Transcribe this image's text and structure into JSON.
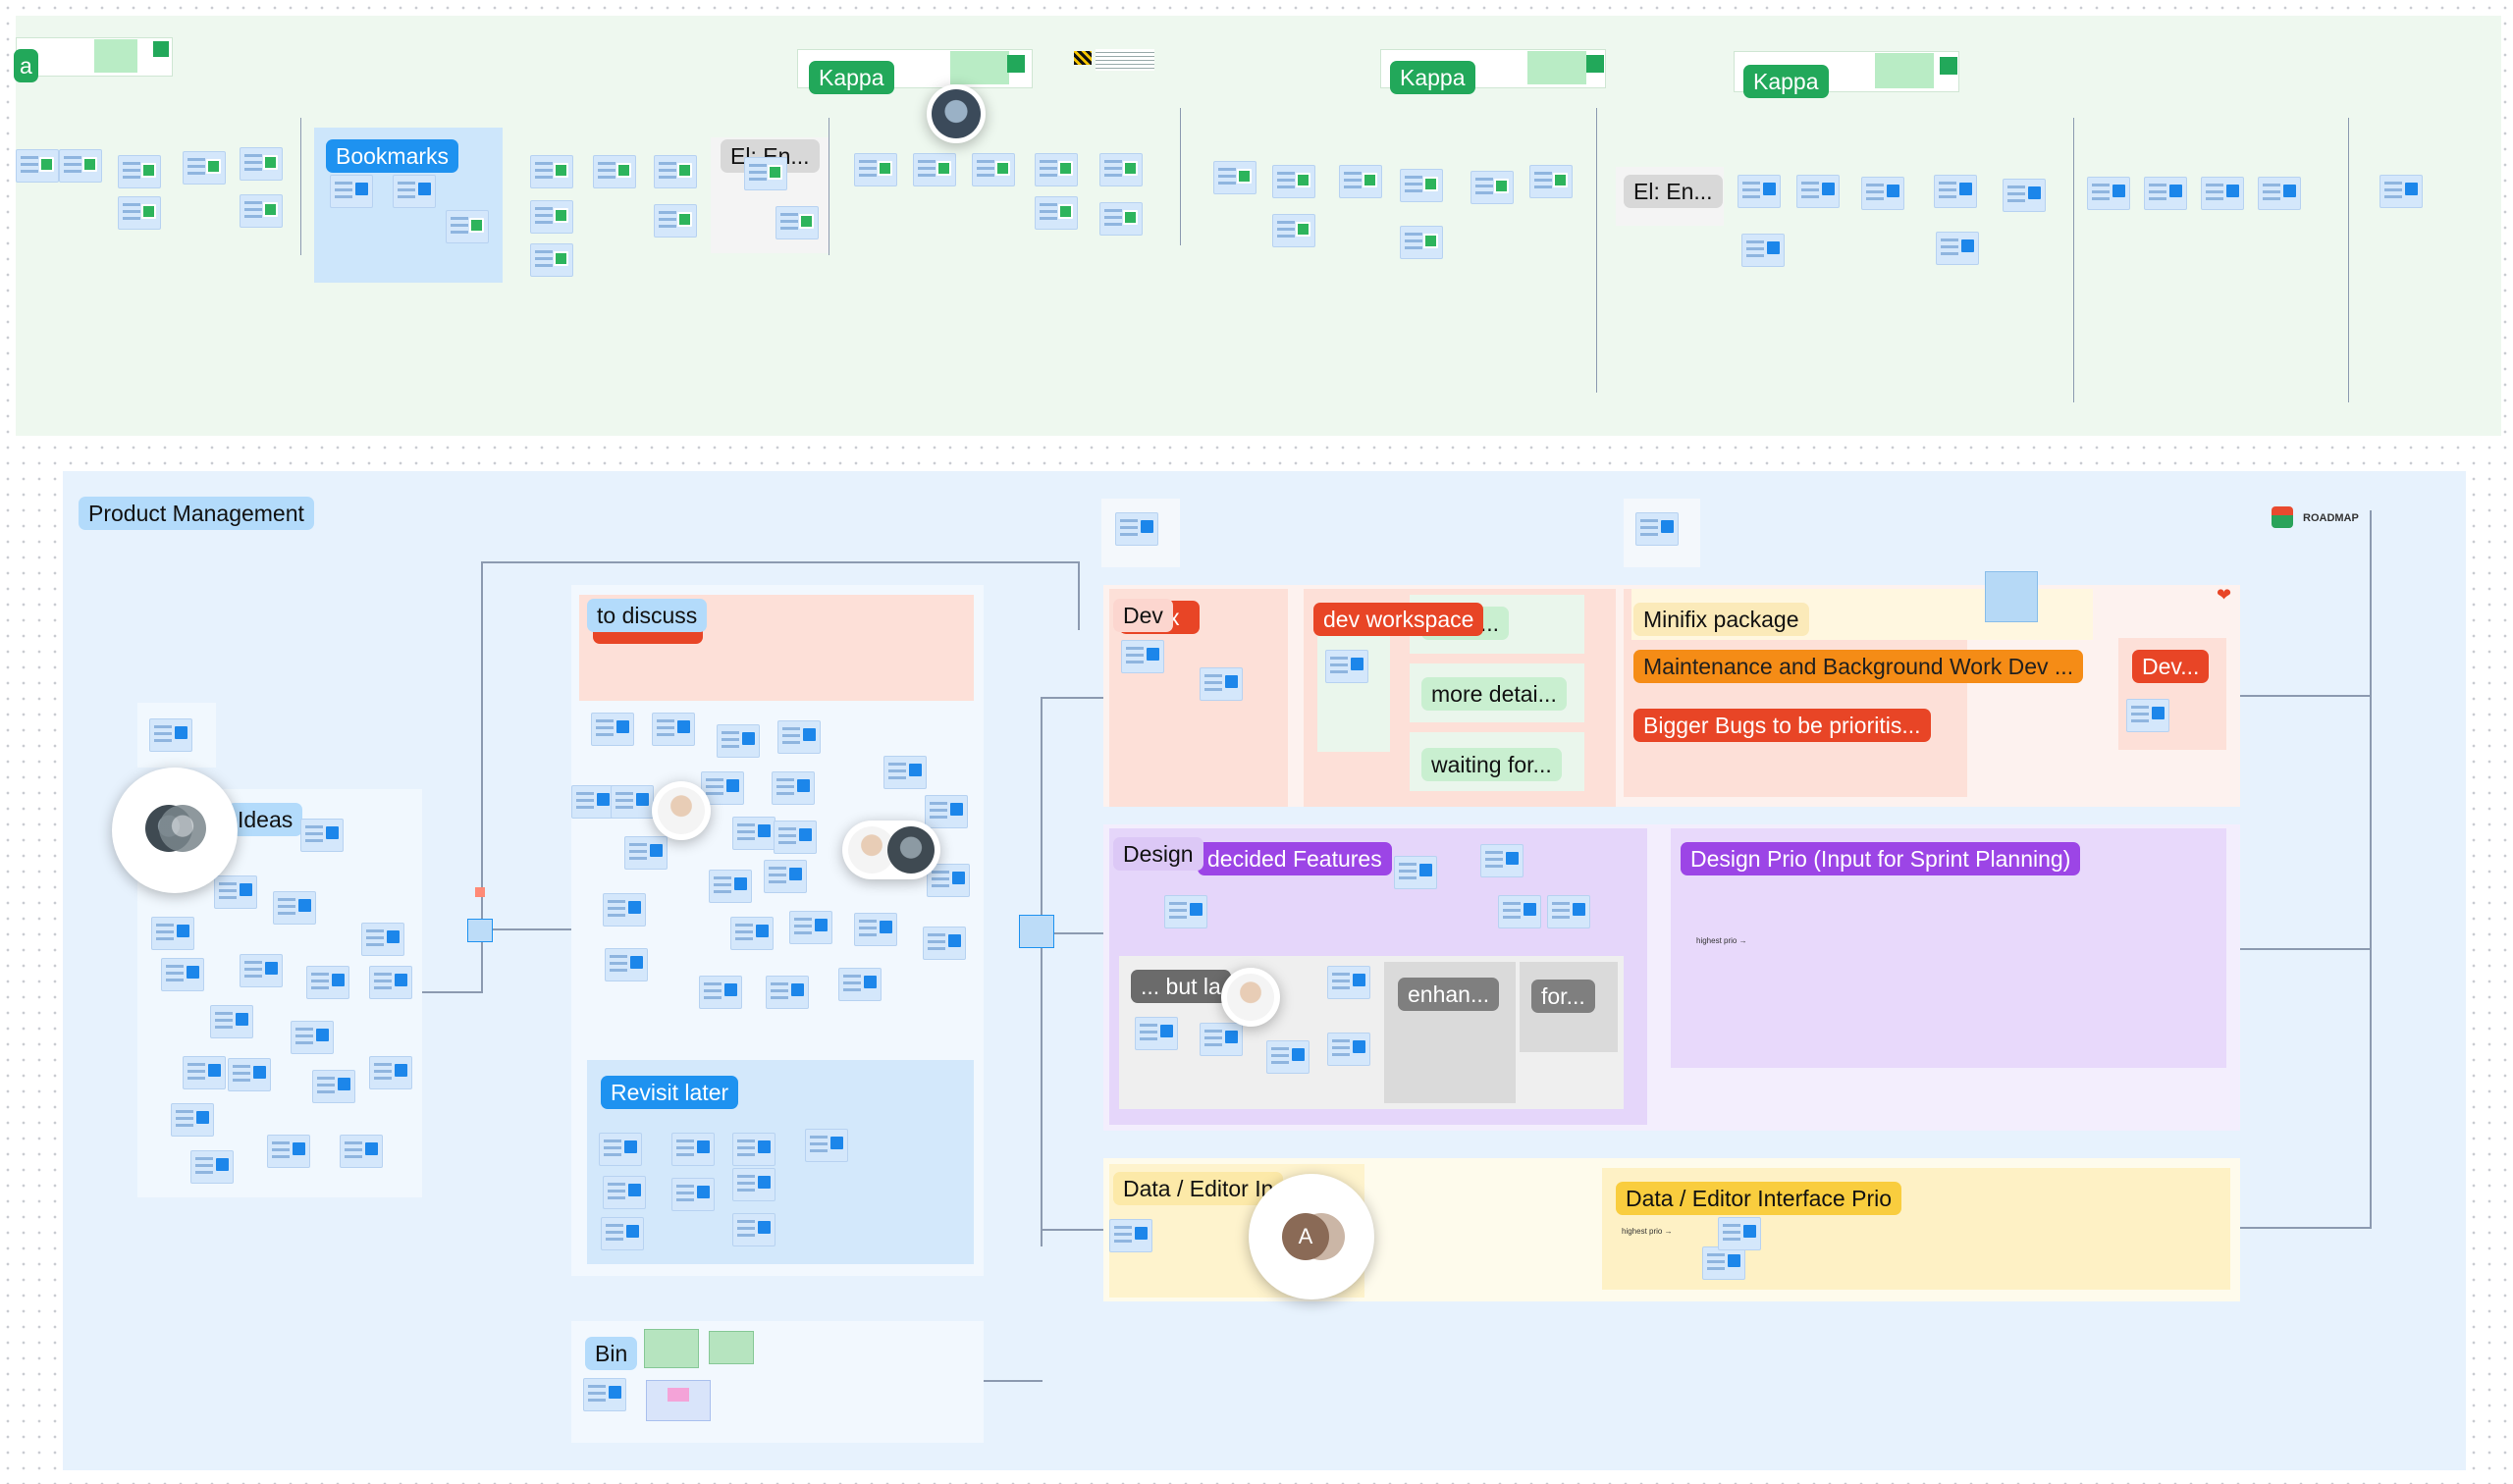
{
  "canvas": {
    "top_section": {
      "labels": {
        "kappa_1": "Kappa",
        "kappa_2": "Kappa",
        "kappa_3": "Kappa",
        "cropped_a": "a",
        "bookmarks": "Bookmarks",
        "el_en_1": "El: En...",
        "el_en_2": "El: En..."
      }
    },
    "product_management": {
      "title": "Product Management",
      "roadmap_label": "ROADMAP",
      "ideas": {
        "label": "Ideas"
      },
      "to_discuss": {
        "label": "to discuss"
      },
      "revisit_later": {
        "label": "Revisit later"
      },
      "bin": {
        "label": "Bin"
      },
      "dev": {
        "label": "Dev",
        "inbox_partial": "x",
        "workspace": "dev workspace",
        "more_details_1": "detai...",
        "more_details_2": "more detai...",
        "waiting_for": "waiting for...",
        "minifix": "Minifix package",
        "maintenance": "Maintenance and Background Work Dev ...",
        "bugs": "Bigger Bugs to be prioritis...",
        "dev_trunc": "Dev..."
      },
      "design": {
        "label": "Design",
        "decided_features": "decided Features",
        "but_later": "... but la",
        "enhancements": "enhan...",
        "for": "for...",
        "prio": "Design Prio (Input for Sprint Planning)",
        "highest_prio": "highest prio →"
      },
      "data_editor": {
        "label": "Data / Editor In",
        "prio": "Data / Editor Interface Prio",
        "highest_prio": "highest prio →"
      },
      "avatar_initial": "A"
    }
  },
  "colors": {
    "top_zone_bg": "#eef8ef",
    "pm_zone_bg": "#e7f2fd",
    "kappa_green": "#22a85a",
    "bookmarks_blue": "#1e92f0",
    "dev_red": "#e84526",
    "design_purple": "#9c45e6",
    "data_yellow": "#f9cd3e",
    "maintenance_orange": "#f58c16"
  }
}
